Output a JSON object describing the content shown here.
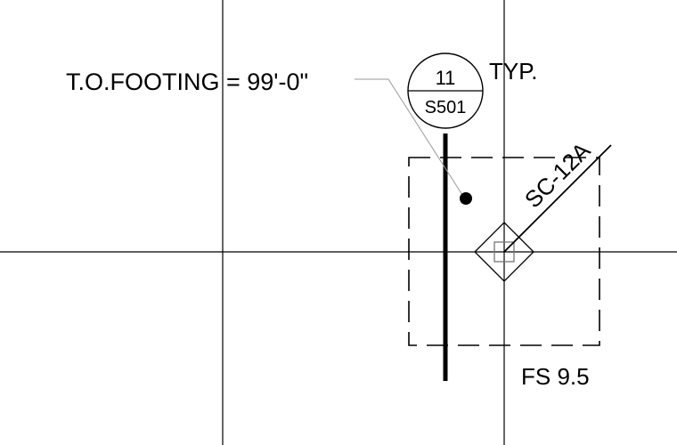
{
  "drawing": {
    "footing_note": "T.O.FOOTING = 99'-0\"",
    "detail_bubble": {
      "detail_number": "11",
      "sheet_number": "S501"
    },
    "typical_note": "TYP.",
    "column_tag": "SC-12A",
    "footing_tag": "FS 9.5"
  },
  "colors": {
    "line": "#000000",
    "leader": "#9a9a9a",
    "background": "#ffffff"
  }
}
